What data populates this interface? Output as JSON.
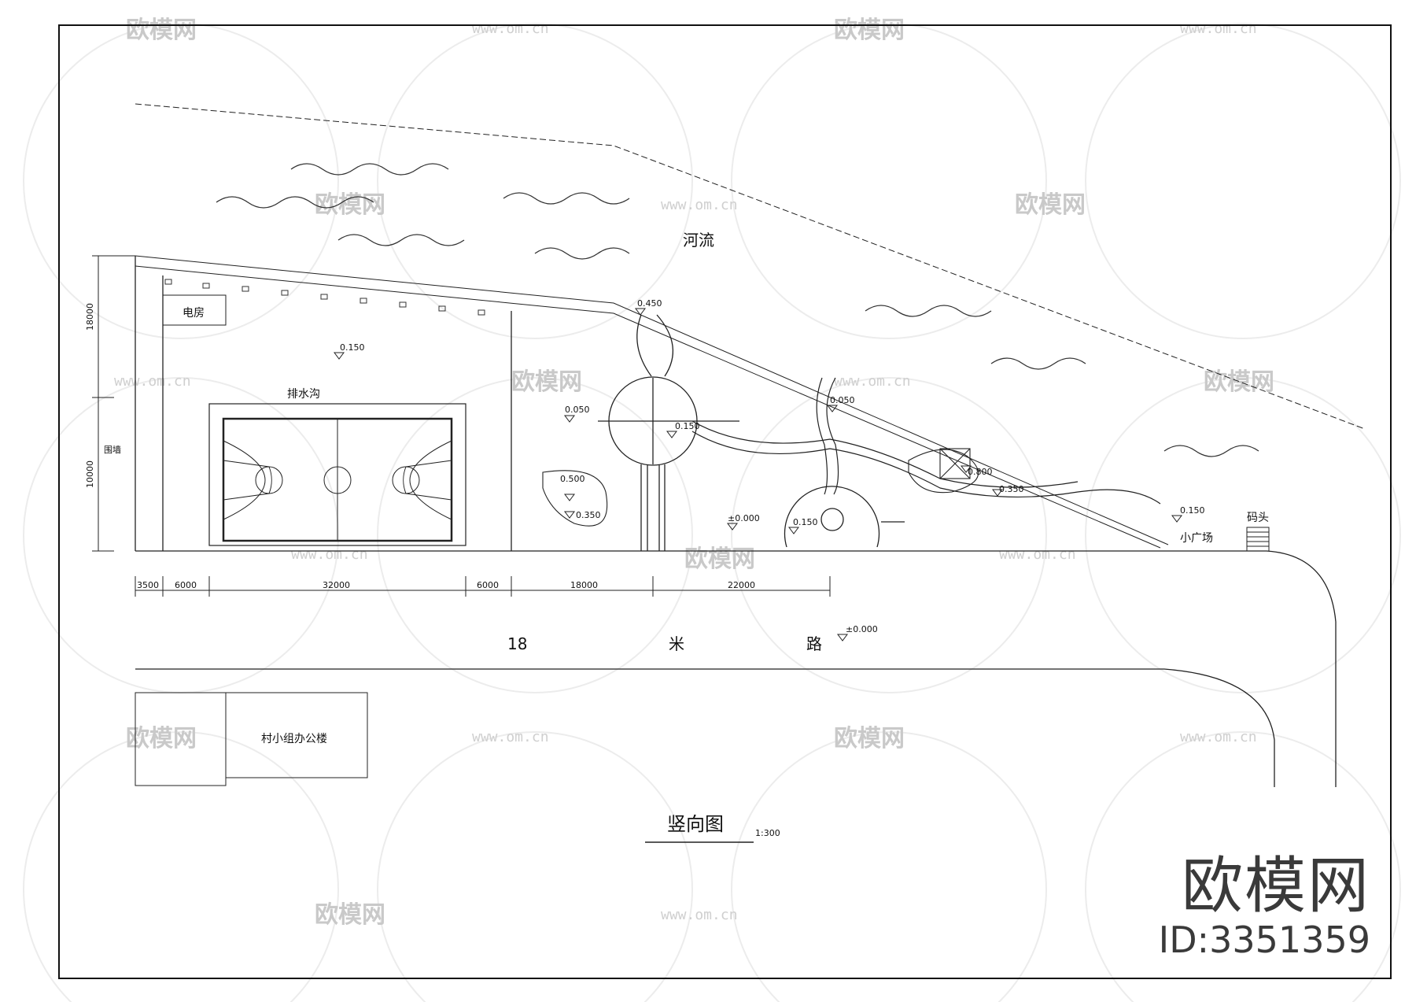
{
  "drawing": {
    "title": "竖向图",
    "scale": "1:300"
  },
  "areas": {
    "river": "河流",
    "power_room": "电房",
    "drain": "排水沟",
    "wall": "围墙",
    "pier": "码头",
    "small_plaza": "小广场",
    "office": "村小组办公楼",
    "road_a": "18",
    "road_b": "米",
    "road_c": "路"
  },
  "elevations": {
    "e1": "0.150",
    "e2": "0.050",
    "e3": "0.500",
    "e4": "0.350",
    "e5": "0.150",
    "e6": "0.050",
    "e7": "0.800",
    "e8": "0.350",
    "e9": "0.150",
    "e10": "±0.000",
    "e11": "0.150",
    "e12": "±0.000",
    "e13": "0.450"
  },
  "dimensions": {
    "d1": "3500",
    "d2": "6000",
    "d3": "32000",
    "d4": "6000",
    "d5": "18000",
    "d6": "22000",
    "v1": "18000",
    "v2": "10000"
  },
  "watermark": {
    "brand": "欧模网",
    "id": "ID:3351359",
    "repeat_text": "欧模网",
    "url": "www.om.cn"
  }
}
